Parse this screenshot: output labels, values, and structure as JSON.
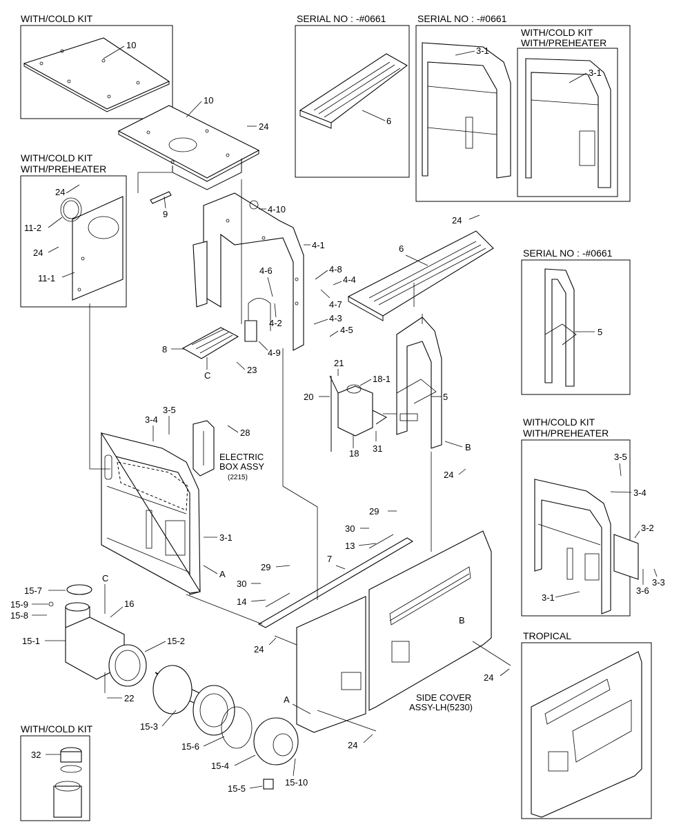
{
  "inset_headers": {
    "cold_kit_top": "WITH/COLD KIT",
    "cold_kit_preheater_left_1": "WITH/COLD KIT",
    "cold_kit_preheater_left_2": "WITH/PREHEATER",
    "serial_1": "SERIAL NO : -#0661",
    "serial_2": "SERIAL NO : -#0661",
    "cold_kit_preheater_top_1": "WITH/COLD KIT",
    "cold_kit_preheater_top_2": "WITH/PREHEATER",
    "serial_3": "SERIAL NO : -#0661",
    "cold_kit_preheater_right_1": "WITH/COLD KIT",
    "cold_kit_preheater_right_2": "WITH/PREHEATER",
    "tropical": "TROPICAL",
    "cold_kit_bottom": "WITH/COLD KIT"
  },
  "notes": {
    "electric_box_1": "ELECTRIC",
    "electric_box_2": "BOX ASSY",
    "electric_box_3": "(2215)",
    "side_cover_1": "SIDE COVER",
    "side_cover_2": "ASSY-LH(5230)"
  },
  "callouts": [
    "10",
    "10",
    "24",
    "6",
    "3-1",
    "3-1",
    "24",
    "11-2",
    "9",
    "4-10",
    "24",
    "11-1",
    "4-1",
    "4-6",
    "4-8",
    "4-4",
    "4-7",
    "4-2",
    "4-3",
    "4-5",
    "6",
    "24",
    "5",
    "8",
    "C",
    "4-9",
    "23",
    "21",
    "18-1",
    "20",
    "5",
    "18",
    "31",
    "B",
    "24",
    "3-5",
    "3-4",
    "28",
    "3-5",
    "3-4",
    "3-2",
    "3-3",
    "3-6",
    "3-1",
    "3-1",
    "A",
    "29",
    "30",
    "13",
    "7",
    "29",
    "30",
    "14",
    "24",
    "C",
    "15-7",
    "15-9",
    "15-8",
    "16",
    "15-1",
    "15-2",
    "22",
    "B",
    "24",
    "15-3",
    "15-6",
    "A",
    "24",
    "15-4",
    "15-5",
    "15-10",
    "32"
  ]
}
